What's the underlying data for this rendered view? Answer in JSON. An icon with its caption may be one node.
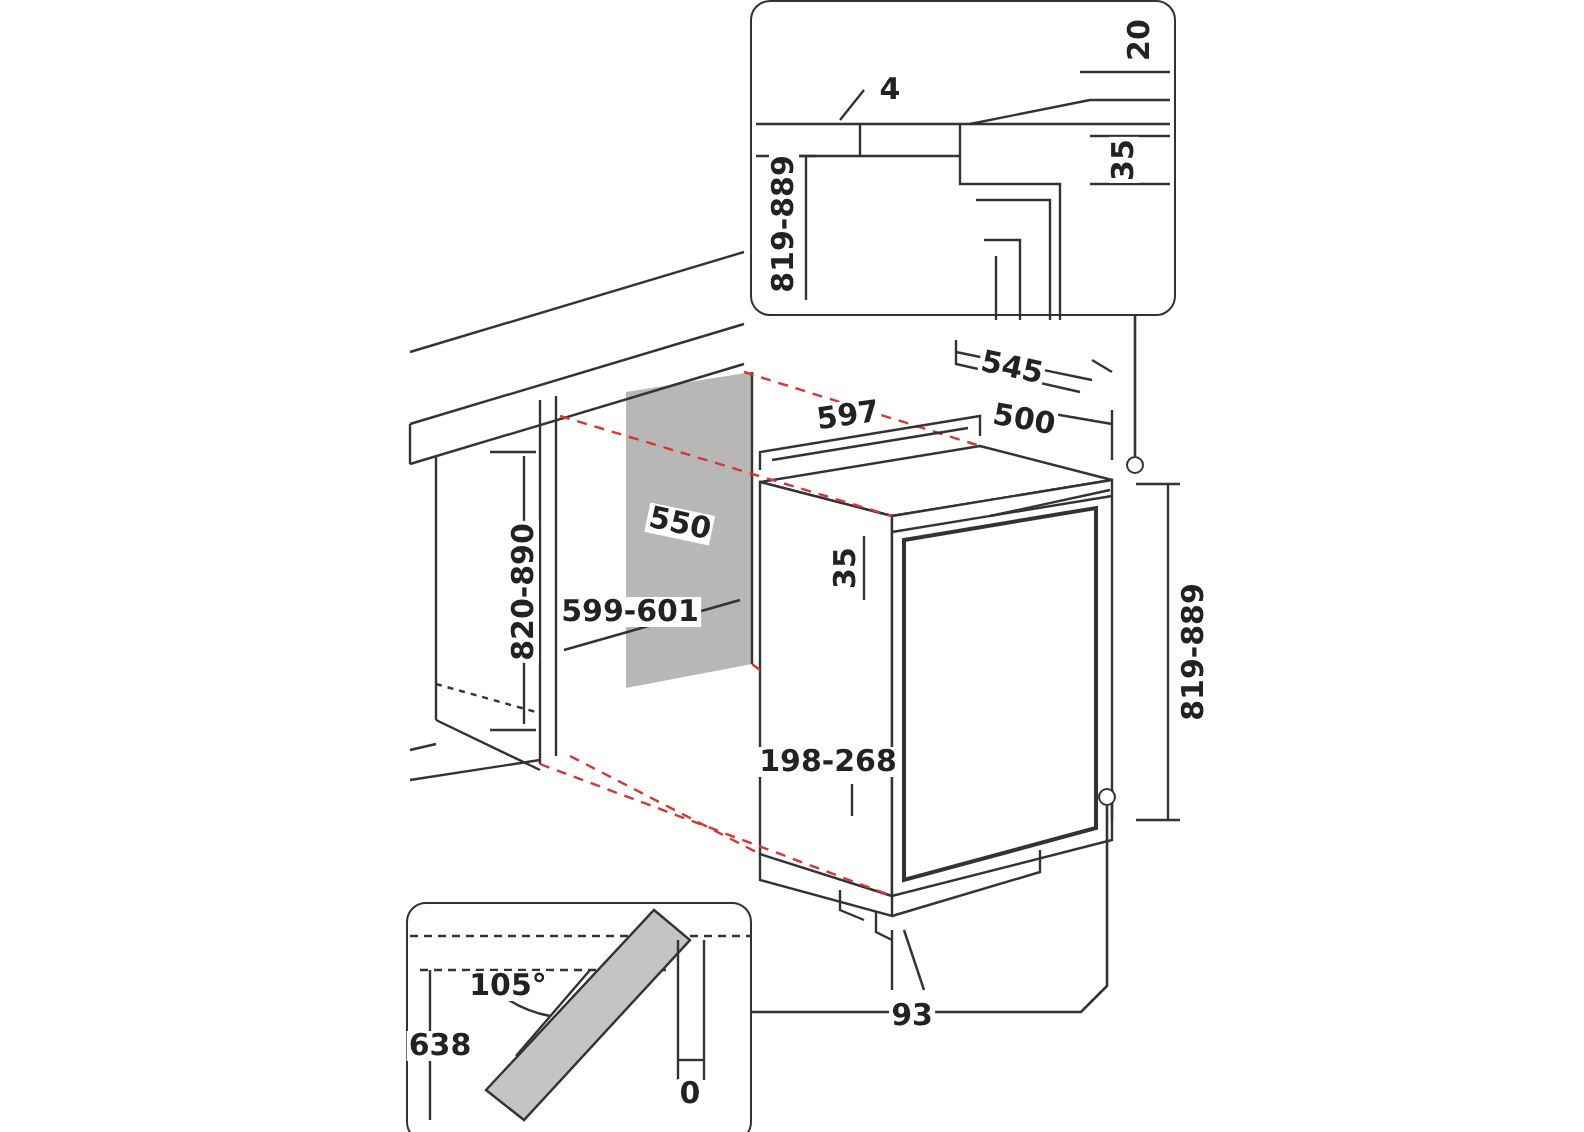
{
  "diagram": {
    "nodes": [
      {
        "text": [],
        "shape": "box"
      },
      {
        "text": [],
        "shape": "circle"
      },
      {
        "text": [],
        "shape": "box"
      },
      {
        "text": [],
        "shape": "circle"
      }
    ],
    "edges": [
      {
        "from": 0,
        "to": 1,
        "arrow": "none"
      },
      {
        "from": 2,
        "to": 3,
        "arrow": "none"
      }
    ],
    "labels": [
      "4",
      "20",
      "35",
      "819-889",
      "545",
      "597",
      "500",
      "550",
      "35",
      "820-890",
      "599-601",
      "819-889",
      "198-268",
      "93",
      "105°",
      "638",
      "0"
    ]
  }
}
